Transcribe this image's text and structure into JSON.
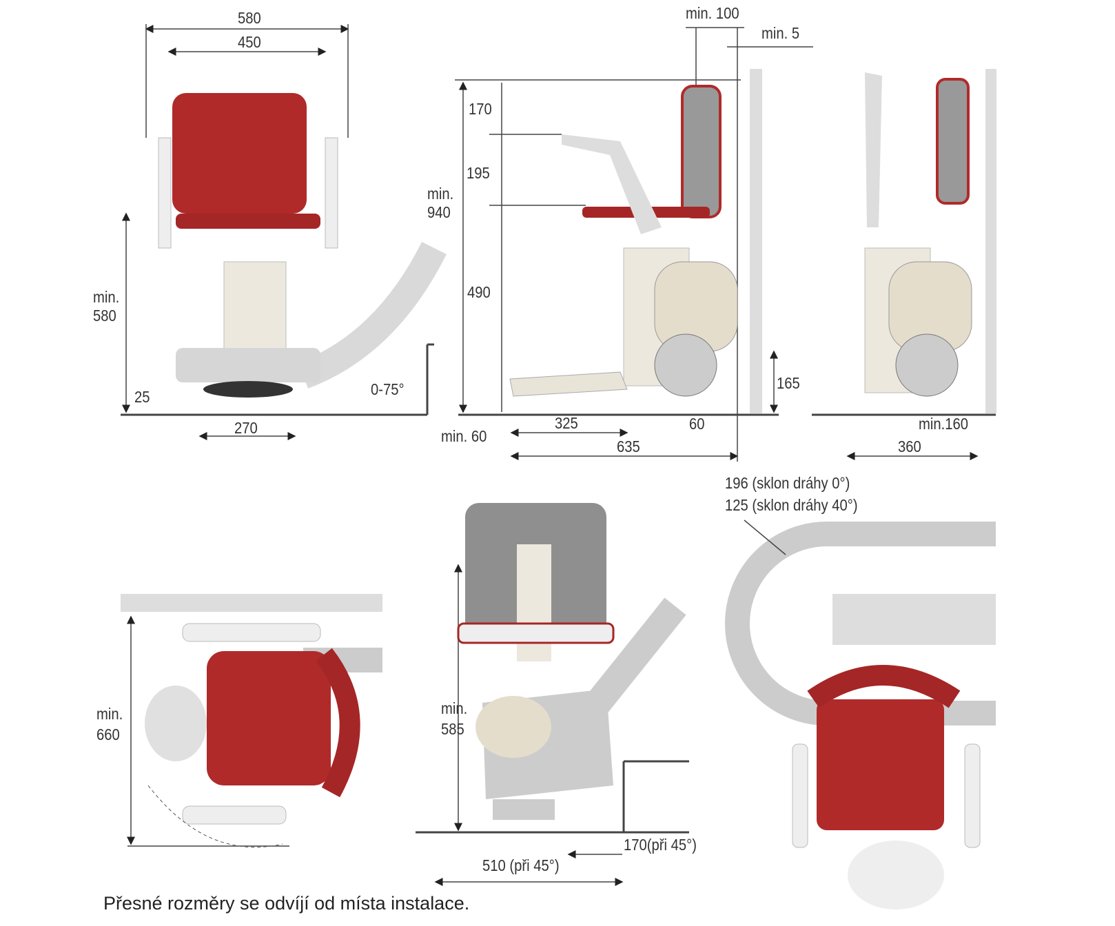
{
  "front_view": {
    "w_outer": "580",
    "w_inner": "450",
    "h_min": "min.",
    "h_val": "580",
    "foot_gap": "25",
    "base_w": "270",
    "angle": "0-75°"
  },
  "side_view": {
    "min100": "min. 100",
    "min5": "min. 5",
    "h170": "170",
    "h195": "195",
    "h_min": "min.",
    "h_total": "940",
    "h490": "490",
    "h165": "165",
    "min60": "min. 60",
    "d325": "325",
    "d60": "60",
    "d635": "635"
  },
  "folded_view": {
    "min160": "min.160",
    "d360": "360"
  },
  "top_view": {
    "h_min": "min.",
    "h_val": "660"
  },
  "rear_view": {
    "h_min": "min.",
    "h_val": "585",
    "d170": "170(při 45°)",
    "d510": "510 (při 45°)"
  },
  "curve_view": {
    "r1": "196 (sklon dráhy 0°)",
    "r2": "125 (sklon dráhy 40°)"
  },
  "footnote": "Přesné rozměry se odvíjí od místa instalace.",
  "colors": {
    "seat": "#b02a2a",
    "frame": "#e9e4d8",
    "rail": "#c8c8c8",
    "line": "#333333"
  }
}
